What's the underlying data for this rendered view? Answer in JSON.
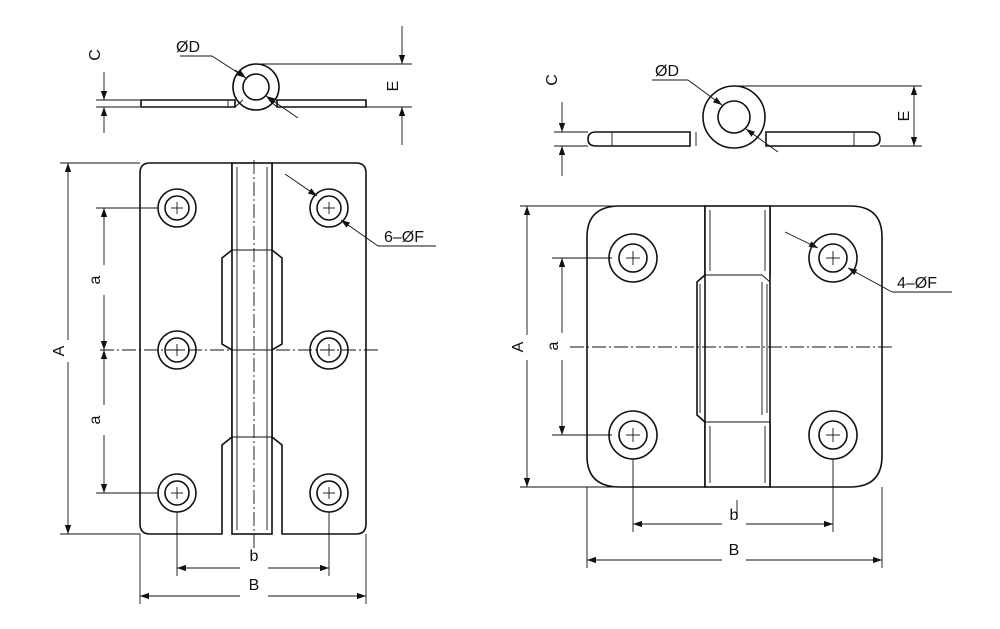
{
  "left_hinge": {
    "labels": {
      "A": "A",
      "B": "B",
      "a_upper": "a",
      "a_lower": "a",
      "b": "b",
      "C": "C",
      "E": "E",
      "D": "ØD",
      "F": "6–ØF"
    },
    "hole_count": 6
  },
  "right_hinge": {
    "labels": {
      "A": "A",
      "B": "B",
      "a": "a",
      "b": "b",
      "C": "C",
      "E": "E",
      "D": "ØD",
      "F": "4–ØF"
    },
    "hole_count": 4
  },
  "colors": {
    "line": "#111111",
    "background": "#ffffff"
  }
}
